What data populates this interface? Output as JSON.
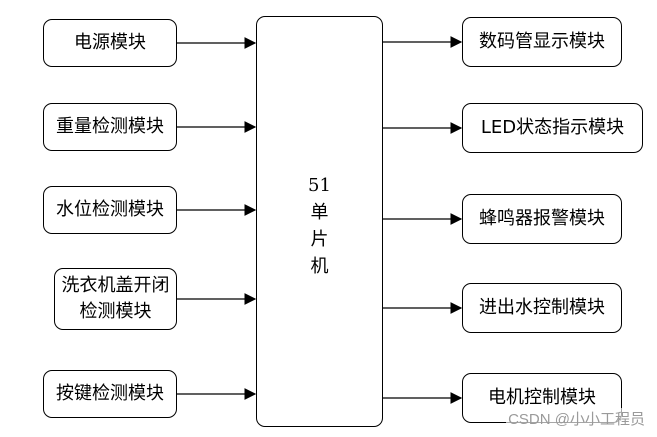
{
  "center": {
    "lines": [
      "51",
      "单",
      "片",
      "机"
    ]
  },
  "inputs": [
    {
      "id": "power",
      "label": "电源模块"
    },
    {
      "id": "weight",
      "label": "重量检测模块"
    },
    {
      "id": "level",
      "label": "水位检测模块"
    },
    {
      "id": "lid",
      "label": "洗衣机盖开闭检测模块"
    },
    {
      "id": "keys",
      "label": "按键检测模块"
    }
  ],
  "outputs": [
    {
      "id": "display",
      "label": "数码管显示模块"
    },
    {
      "id": "led",
      "label": "LED状态指示模块"
    },
    {
      "id": "buzzer",
      "label": "蜂鸣器报警模块"
    },
    {
      "id": "water",
      "label": "进出水控制模块"
    },
    {
      "id": "motor",
      "label": "电机控制模块"
    }
  ],
  "watermark": "CSDN @小小工程员",
  "colors": {
    "stroke": "#000000",
    "fill": "#ffffff",
    "watermark": "#9a9a9a"
  }
}
